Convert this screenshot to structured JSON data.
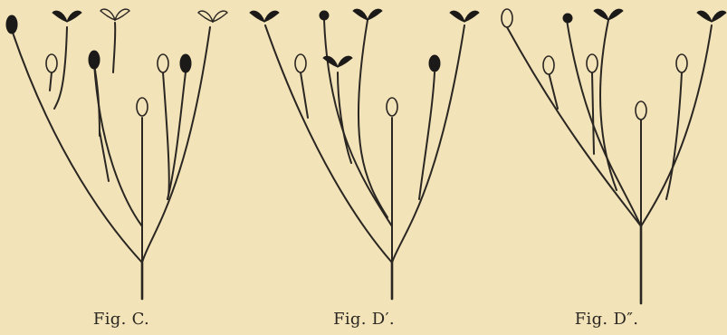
{
  "figures": [
    {
      "id": "fig-c",
      "caption": "Fig. C."
    },
    {
      "id": "fig-d1",
      "caption": "Fig. D′."
    },
    {
      "id": "fig-d2",
      "caption": "Fig. D″."
    }
  ],
  "colors": {
    "paper": "#f3e3b8",
    "ink": "#2a2622"
  }
}
